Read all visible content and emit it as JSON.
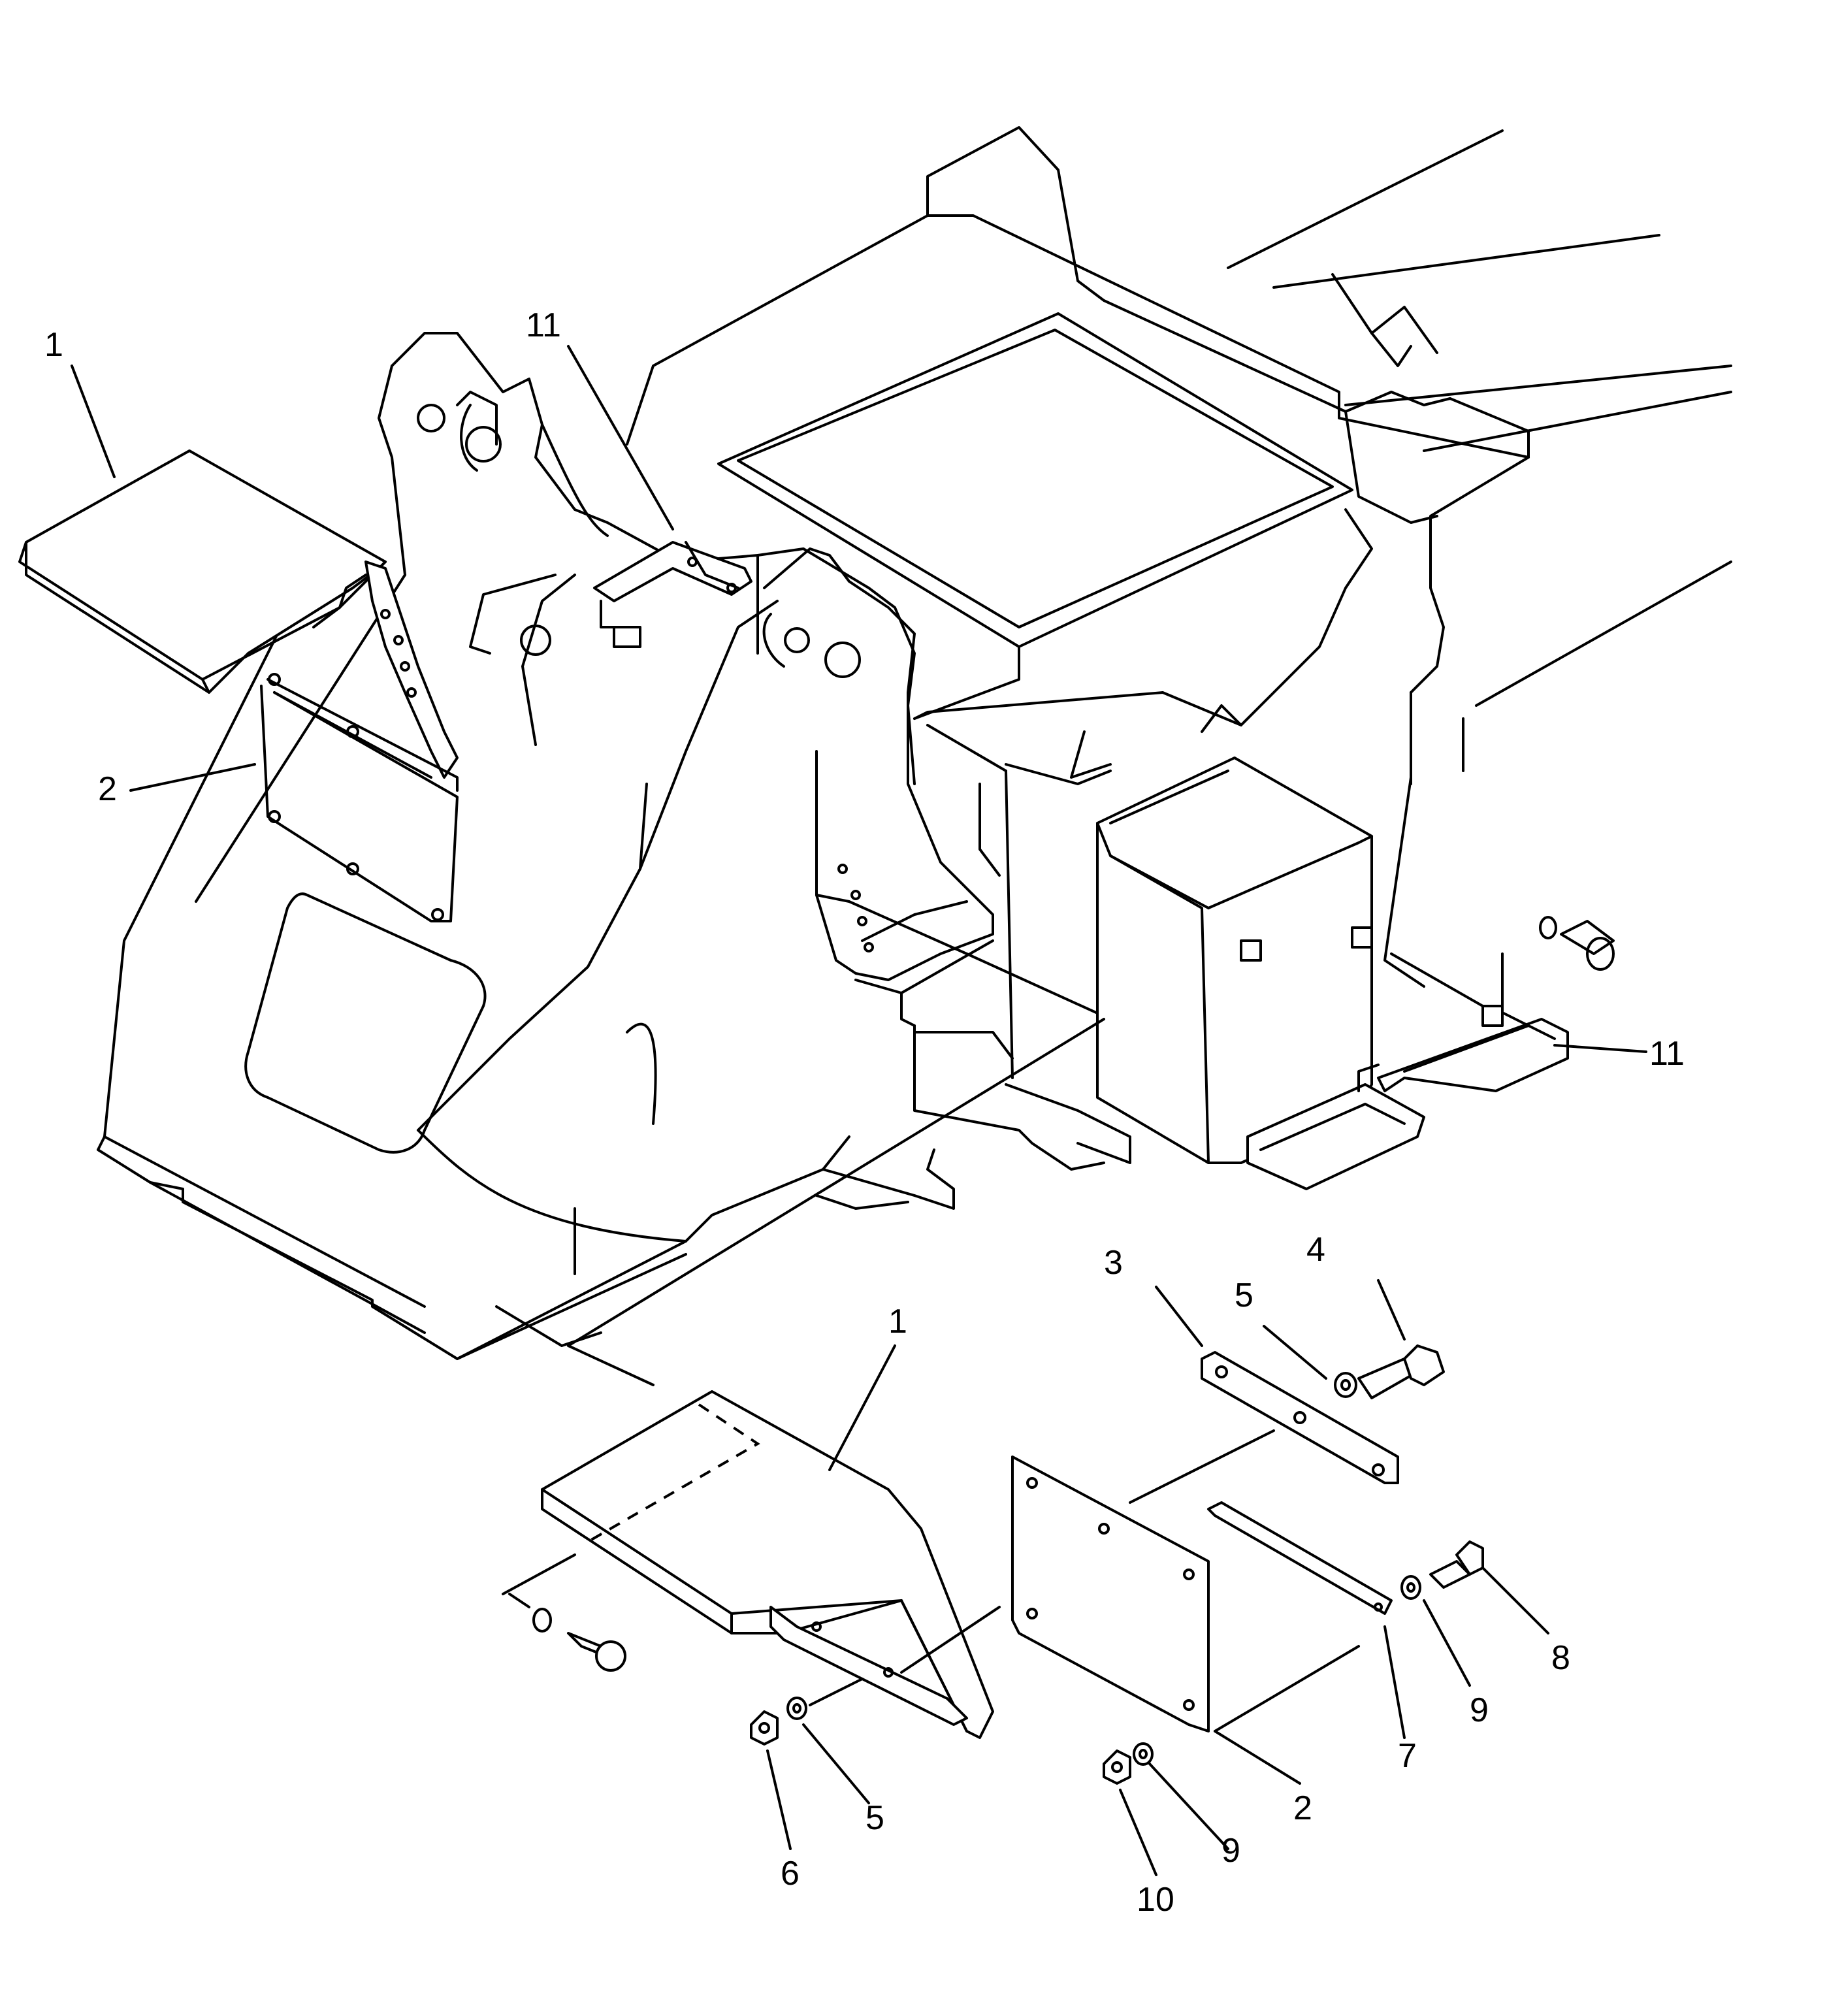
{
  "diagram": {
    "callouts": [
      {
        "id": "c1a",
        "text": "1"
      },
      {
        "id": "c11a",
        "text": "11"
      },
      {
        "id": "c2a",
        "text": "2"
      },
      {
        "id": "c11b",
        "text": "11"
      },
      {
        "id": "c3",
        "text": "3"
      },
      {
        "id": "c4",
        "text": "4"
      },
      {
        "id": "c5a",
        "text": "5"
      },
      {
        "id": "c1b",
        "text": "1"
      },
      {
        "id": "c8",
        "text": "8"
      },
      {
        "id": "c9a",
        "text": "9"
      },
      {
        "id": "c7",
        "text": "7"
      },
      {
        "id": "c2b",
        "text": "2"
      },
      {
        "id": "c5b",
        "text": "5"
      },
      {
        "id": "c9b",
        "text": "9"
      },
      {
        "id": "c6",
        "text": "6"
      },
      {
        "id": "c10",
        "text": "10"
      }
    ]
  }
}
